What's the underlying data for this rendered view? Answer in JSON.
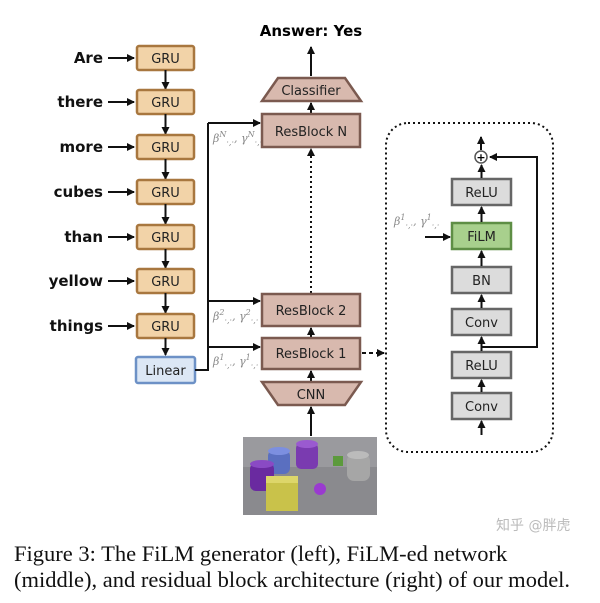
{
  "answer": "Answer: Yes",
  "generator": {
    "words": [
      "Are",
      "there",
      "more",
      "cubes",
      "than",
      "yellow",
      "things"
    ],
    "gru_label": "GRU",
    "linear_label": "Linear"
  },
  "network": {
    "classifier": "Classifier",
    "resblock_n": "ResBlock N",
    "resblock_2": "ResBlock 2",
    "resblock_1": "ResBlock 1",
    "cnn": "CNN",
    "params": {
      "beta": "β",
      "gamma": "γ",
      "sub": "·,·",
      "sep": ", ",
      "n": "N",
      "two": "2",
      "one": "1"
    }
  },
  "resblock": {
    "layers": [
      "ReLU",
      "FiLM",
      "BN",
      "Conv",
      "ReLU",
      "Conv"
    ],
    "plus": "+"
  },
  "colors": {
    "gru_fill": "#f2d3a8",
    "gru_stroke": "#a8773f",
    "linear_fill": "#dce7f5",
    "linear_stroke": "#6d91c6",
    "res_fill": "#d8b9ae",
    "res_stroke": "#7b5a50",
    "layer_fill": "#dcdcdc",
    "layer_stroke": "#666666",
    "film_fill": "#a8d08d",
    "film_stroke": "#5e8e45"
  },
  "caption": "Figure 3: The FiLM generator (left), FiLM-ed network (middle), and residual block architecture (right) of our model.",
  "watermark": "知乎 @胖虎"
}
